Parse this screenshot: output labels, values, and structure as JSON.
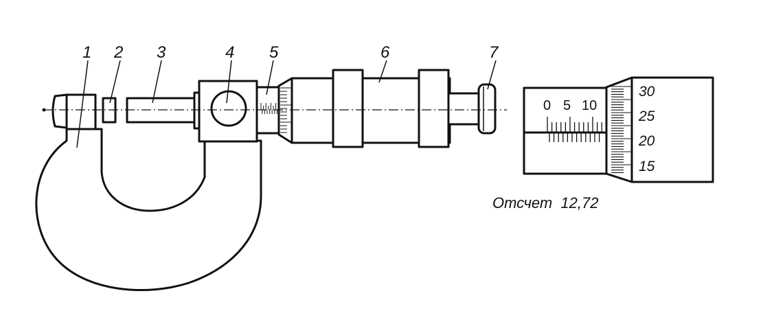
{
  "labels": {
    "part_1": "1",
    "part_2": "2",
    "part_3": "3",
    "part_4": "4",
    "part_5": "5",
    "part_6": "6",
    "part_7": "7"
  },
  "sleeve_scale": {
    "n0": "0",
    "n5": "5",
    "n10": "10"
  },
  "thimble_scale": {
    "n30": "30",
    "n25": "25",
    "n20": "20",
    "n15": "15"
  },
  "reading": "Отсчет  12,72"
}
